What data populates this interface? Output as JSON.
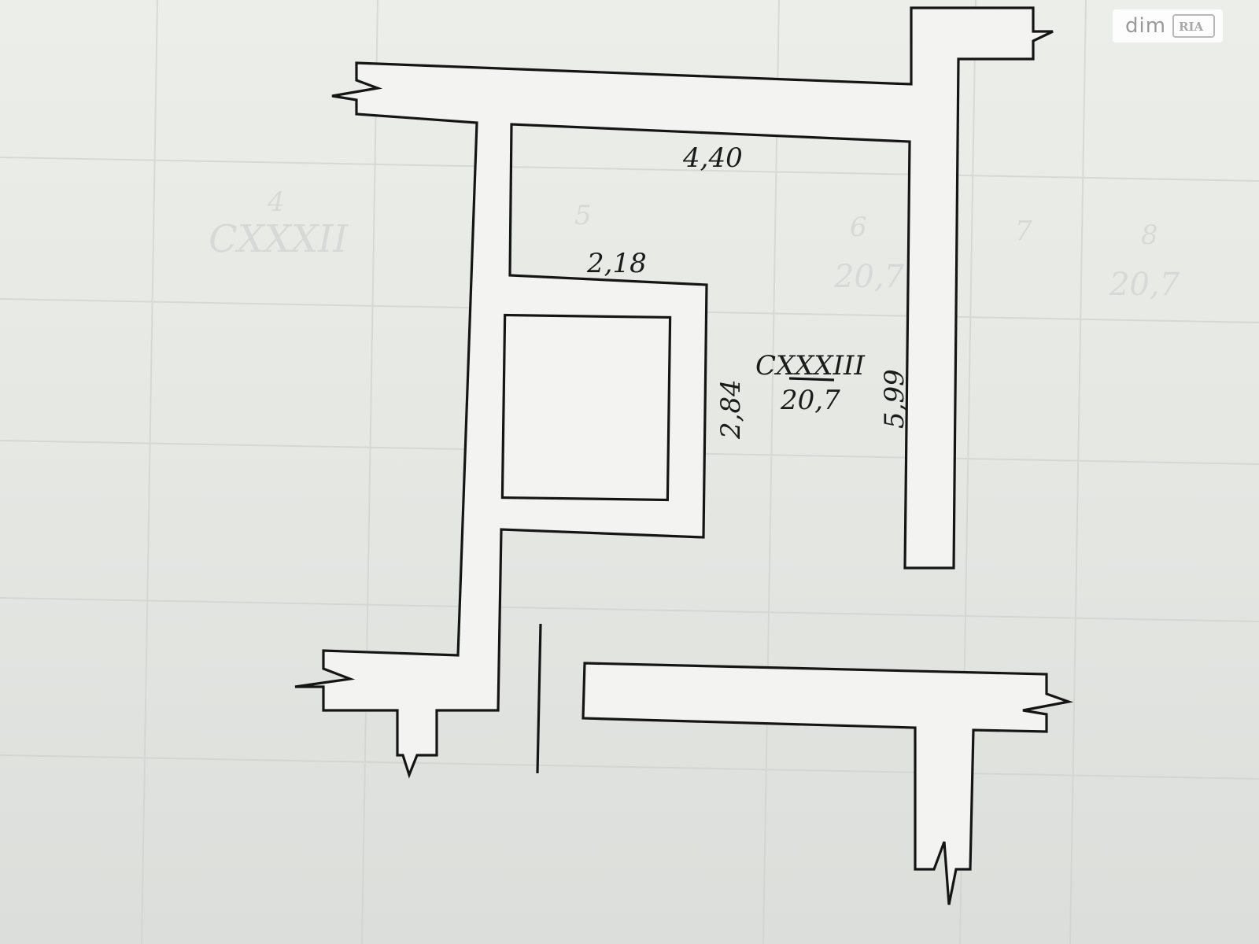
{
  "watermark": {
    "text": "dim",
    "badge": "RIA"
  },
  "room": {
    "code": "CXXXIII",
    "area": "20,7"
  },
  "dimensions": {
    "top_wall": "4,40",
    "inner_top": "2,18",
    "inner_side": "2,84",
    "right_wall": "5,99"
  },
  "background_table": {
    "row_numbers": [
      "4",
      "5",
      "6",
      "7",
      "8"
    ],
    "faint_values": [
      "CXXXII",
      "20,7",
      "20,7"
    ]
  }
}
